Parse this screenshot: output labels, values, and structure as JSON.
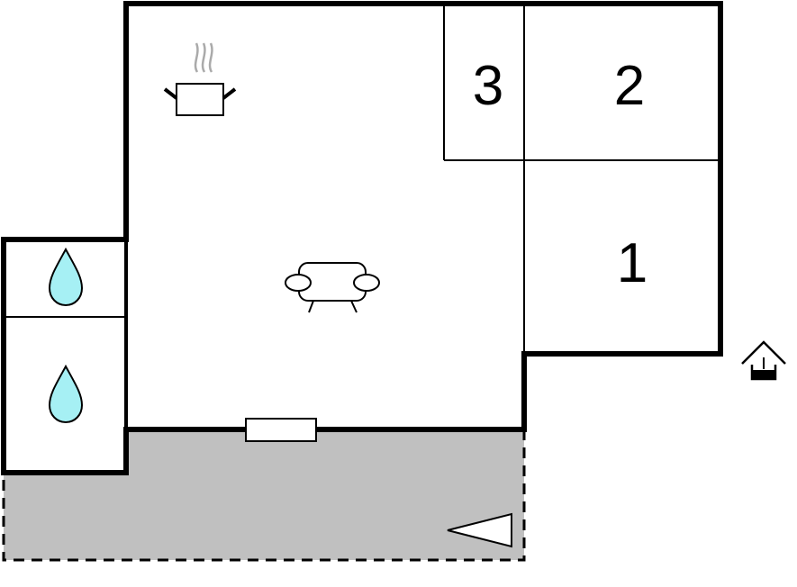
{
  "floor_plan": {
    "rooms": [
      {
        "id": "room-1",
        "label": "1"
      },
      {
        "id": "room-2",
        "label": "2"
      },
      {
        "id": "room-3",
        "label": "3"
      }
    ],
    "icons": {
      "kitchen": "cooking-pot-icon",
      "living": "sofa-icon",
      "bathroom_1": "water-drop-icon",
      "bathroom_2": "water-drop-icon",
      "well": "well-icon",
      "entrance": "entrance-arrow-icon"
    },
    "colors": {
      "wall": "#000000",
      "terrace": "#c0c0c0",
      "water": "#a6f0f4"
    }
  }
}
